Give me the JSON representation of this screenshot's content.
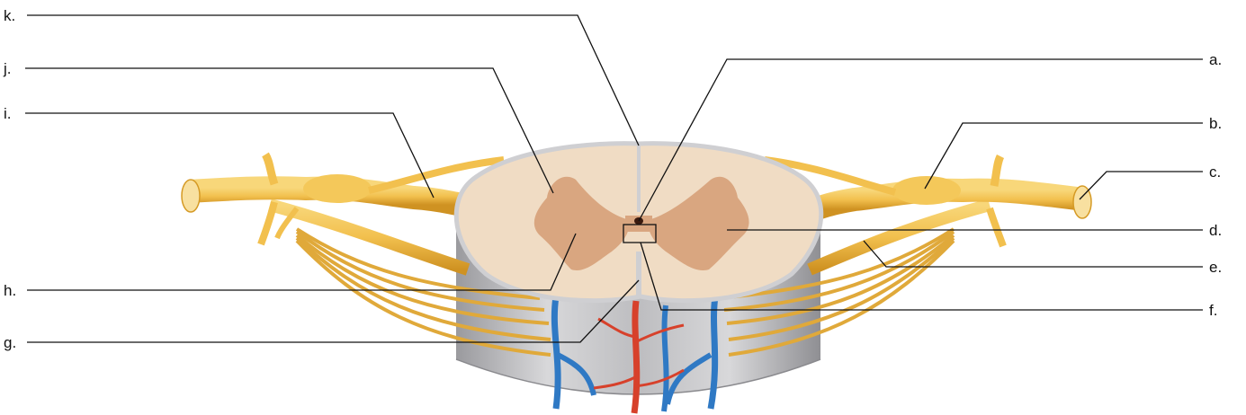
{
  "figure": {
    "labels": {
      "a": "a.",
      "b": "b.",
      "c": "c.",
      "d": "d.",
      "e": "e.",
      "f": "f.",
      "g": "g.",
      "h": "h.",
      "i": "i.",
      "j": "j.",
      "k": "k."
    },
    "colors": {
      "nerve": "#f2c04e",
      "nerve_dark": "#d59a25",
      "white_matter": "#f0dcc4",
      "gray_matter": "#d9a680",
      "cord_side": "#c9c9cb",
      "vein": "#2f79c4",
      "artery": "#d7412b"
    }
  }
}
